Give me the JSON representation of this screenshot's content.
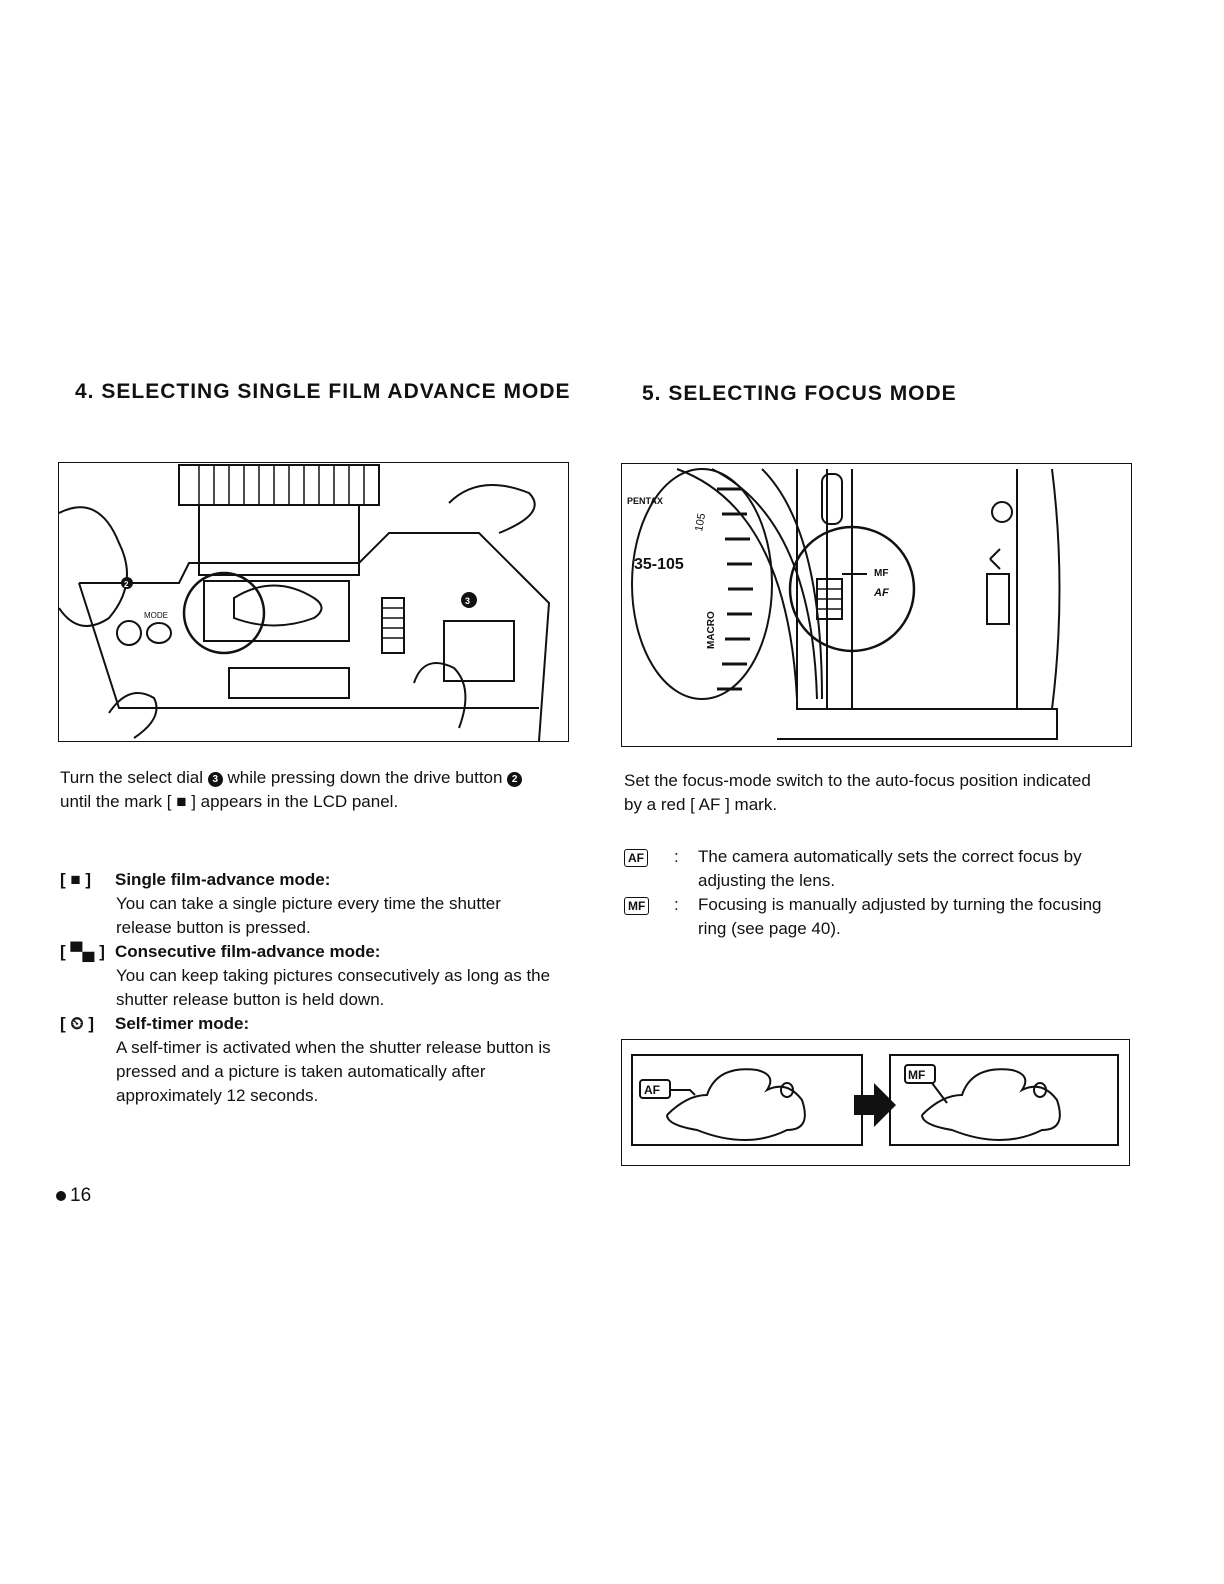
{
  "left": {
    "heading": "4. SELECTING SINGLE FILM ADVANCE MODE",
    "intro": {
      "part1": "Turn the select dial",
      "num1": "3",
      "part2": "while pressing down the drive button",
      "num2": "2",
      "part3": "until the mark [ ■ ] appears in the LCD panel."
    },
    "modes": [
      {
        "symbol": "[ ■ ]",
        "title": "Single film-advance mode:",
        "desc": "You can take a single picture every time the shutter release button is pressed."
      },
      {
        "symbol": "[ ▀▄ ]",
        "title": "Consecutive film-advance mode:",
        "desc": "You can keep taking pictures consecutively as long as the shutter release button is held down."
      },
      {
        "symbol": "[ ⏲ ]",
        "title": "Self-timer mode:",
        "desc": "A self-timer is activated when the shutter release button is pressed and a picture is taken automatically after approximately 12 seconds."
      }
    ],
    "figure_labels": {
      "mode_label": "MODE",
      "num2": "2",
      "num3": "3"
    }
  },
  "right": {
    "heading": "5. SELECTING FOCUS MODE",
    "intro": "Set the focus-mode switch to the auto-focus position indicated by a red [ AF ] mark.",
    "definitions": [
      {
        "key": "AF",
        "text": "The camera automatically sets the correct focus by adjusting the lens."
      },
      {
        "key": "MF",
        "text": "Focusing is manually adjusted by turning the focusing ring (see page 40)."
      }
    ],
    "lens_labels": {
      "brand": "PENTAX",
      "zoom": "35-105",
      "focal": "105",
      "macro": "MACRO",
      "mf": "MF",
      "af": "AF"
    },
    "switch_diagram": {
      "left_label": "AF",
      "right_label": "MF"
    }
  },
  "footer": {
    "page_number": "16"
  }
}
